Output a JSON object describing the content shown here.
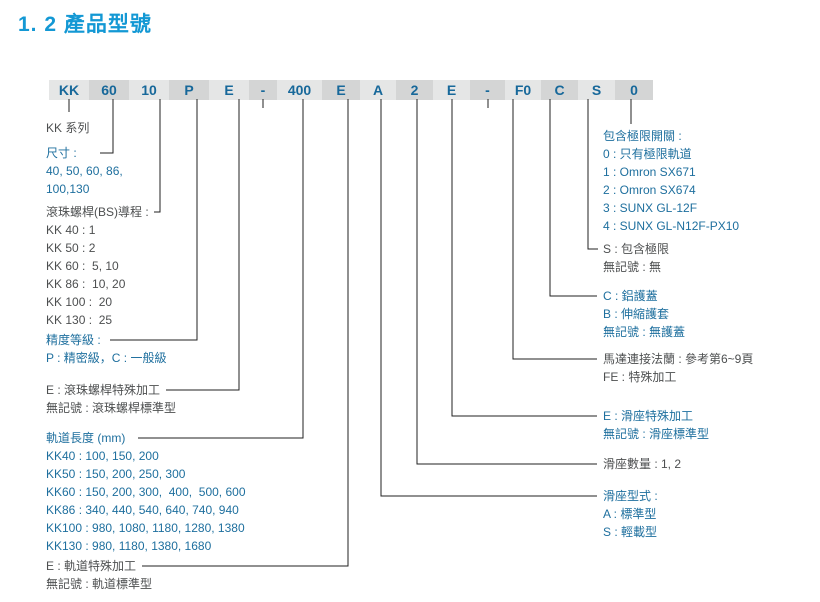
{
  "colors": {
    "accent_title": "#1398d4",
    "text_blue": "#1e6f9e",
    "text_dark": "#4d4f50",
    "box_light": "#e5e6e6",
    "box_dark": "#d4d5d5"
  },
  "page": {
    "title": "1. 2 產品型號"
  },
  "model_code": {
    "segments": [
      "KK",
      "60",
      "10",
      "P",
      "E",
      "-",
      "400",
      "E",
      "A",
      "2",
      "E",
      "-",
      "F0",
      "C",
      "S",
      "0"
    ]
  },
  "annotations": {
    "left": [
      {
        "id": "kk-series",
        "lines": [
          {
            "text": "KK 系列",
            "style": "dark"
          }
        ]
      },
      {
        "id": "size",
        "lines": [
          {
            "text": "尺寸 :",
            "style": "blue"
          },
          {
            "text": "40, 50, 60, 86,",
            "style": "blue"
          },
          {
            "text": "100,130",
            "style": "blue"
          }
        ]
      },
      {
        "id": "bs-lead",
        "lines": [
          {
            "text": "滾珠螺桿(BS)導程 :",
            "style": "dark"
          },
          {
            "text": "KK 40 : 1",
            "style": "dark"
          },
          {
            "text": "KK 50 : 2",
            "style": "dark"
          },
          {
            "text": "KK 60 :  5, 10",
            "style": "dark"
          },
          {
            "text": "KK 86 :  10, 20",
            "style": "dark"
          },
          {
            "text": "KK 100 :  20",
            "style": "dark"
          },
          {
            "text": "KK 130 :  25",
            "style": "dark"
          }
        ]
      },
      {
        "id": "accuracy-grade",
        "lines": [
          {
            "text": "精度等級 :",
            "style": "blue"
          },
          {
            "text": "P : 精密級，C : 一般級",
            "style": "blue"
          }
        ]
      },
      {
        "id": "bs-special",
        "lines": [
          {
            "text": "E : 滾珠螺桿特殊加工",
            "style": "dark"
          },
          {
            "text": "無記號 : 滾珠螺桿標準型",
            "style": "dark"
          }
        ]
      },
      {
        "id": "rail-length",
        "lines": [
          {
            "text": "軌道長度 (mm)",
            "style": "blue"
          },
          {
            "text": "KK40 : 100, 150, 200",
            "style": "blue"
          },
          {
            "text": "KK50 : 150, 200, 250, 300",
            "style": "blue"
          },
          {
            "text": "KK60 : 150, 200, 300,  400,  500, 600",
            "style": "blue"
          },
          {
            "text": "KK86 : 340, 440, 540, 640, 740, 940",
            "style": "blue"
          },
          {
            "text": "KK100 : 980, 1080, 1180, 1280, 1380",
            "style": "blue"
          },
          {
            "text": "KK130 : 980, 1180, 1380, 1680",
            "style": "blue"
          }
        ]
      },
      {
        "id": "rail-special",
        "lines": [
          {
            "text": "E : 軌道特殊加工",
            "style": "dark"
          },
          {
            "text": "無記號 : 軌道標準型",
            "style": "dark"
          }
        ]
      }
    ],
    "right": [
      {
        "id": "limit-switch-options",
        "lines": [
          {
            "text": "包含極限開關 :",
            "style": "blue"
          },
          {
            "text": "0 : 只有極限軌道",
            "style": "blue"
          },
          {
            "text": "1 : Omron SX671",
            "style": "blue"
          },
          {
            "text": "2 : Omron SX674",
            "style": "blue"
          },
          {
            "text": "3 : SUNX GL-12F",
            "style": "blue"
          },
          {
            "text": "4 : SUNX GL-N12F-PX10",
            "style": "blue"
          }
        ]
      },
      {
        "id": "limit-include",
        "lines": [
          {
            "text": "S : 包含極限",
            "style": "dark"
          },
          {
            "text": "無記號 : 無",
            "style": "dark"
          }
        ]
      },
      {
        "id": "cover-type",
        "lines": [
          {
            "text": "C : 鋁護蓋",
            "style": "blue"
          },
          {
            "text": "B : 伸縮護套",
            "style": "blue"
          },
          {
            "text": "無記號 : 無護蓋",
            "style": "blue"
          }
        ]
      },
      {
        "id": "motor-flange",
        "lines": [
          {
            "text": "馬達連接法蘭 : 參考第6~9頁",
            "style": "dark"
          },
          {
            "text": "FE : 特殊加工",
            "style": "dark"
          }
        ]
      },
      {
        "id": "slide-special",
        "lines": [
          {
            "text": "E : 滑座特殊加工",
            "style": "blue"
          },
          {
            "text": "無記號 : 滑座標準型",
            "style": "blue"
          }
        ]
      },
      {
        "id": "slide-quantity",
        "lines": [
          {
            "text": "滑座數量 : 1, 2",
            "style": "dark"
          }
        ]
      },
      {
        "id": "slide-type",
        "lines": [
          {
            "text": "滑座型式 :",
            "style": "blue"
          },
          {
            "text": "A : 標準型",
            "style": "blue"
          },
          {
            "text": "S : 輕載型",
            "style": "blue"
          }
        ]
      }
    ]
  }
}
